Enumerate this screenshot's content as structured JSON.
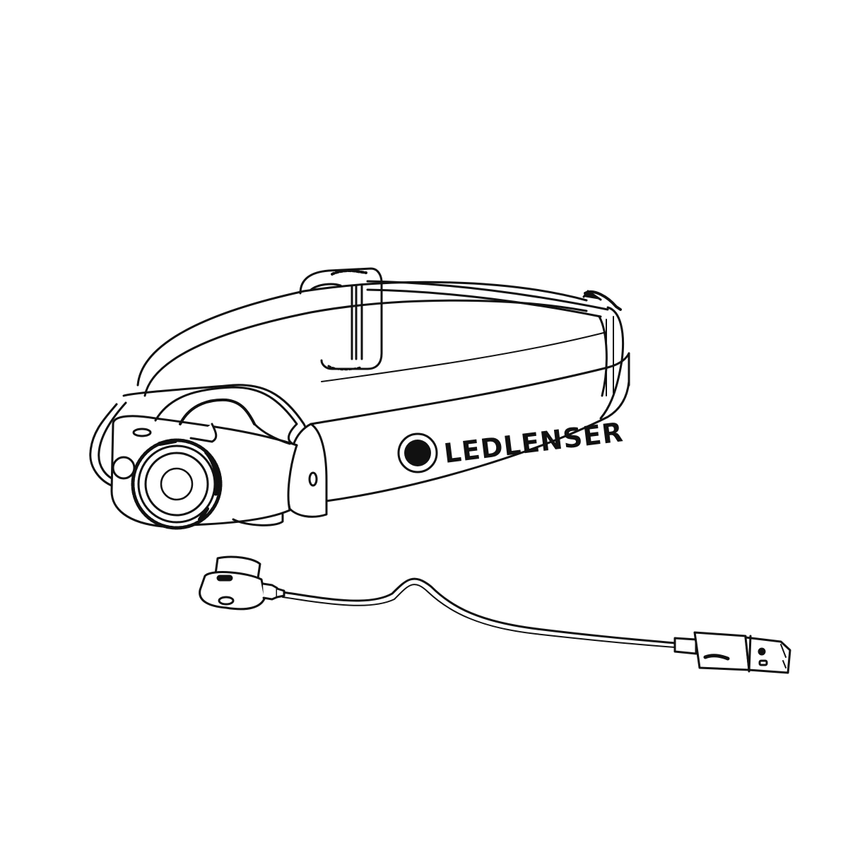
{
  "illustration": {
    "subject": "Headlamp with headband and magnetic USB charging cable",
    "style": "black line art on white background",
    "colors": {
      "background": "#ffffff",
      "line": "#111111",
      "fill": "#ffffff"
    }
  },
  "headband": {
    "brand_label": "LEDLENSER",
    "logo_icon": "ledlenser-dot-logo"
  },
  "cable": {
    "connector_left": "magnetic-charging-connector",
    "connector_right": "usb-a-plug"
  }
}
